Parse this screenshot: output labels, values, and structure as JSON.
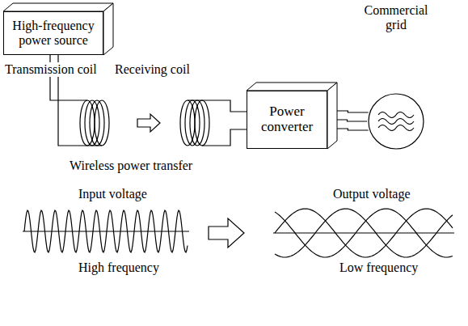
{
  "diagram": {
    "nodes": [
      {
        "text": [
          "High-frequency power source"
        ]
      },
      {
        "text": [
          "Power converter"
        ]
      },
      {
        "text": [
          "Commercial grid"
        ]
      }
    ],
    "edges": [
      {
        "from": 1,
        "to": 2,
        "arrow": "none"
      }
    ],
    "labels": [
      "Transmission coil",
      "Receiving coil",
      "Wireless power transfer",
      "Input voltage",
      "High frequency",
      "Output voltage",
      "Low frequency"
    ]
  }
}
